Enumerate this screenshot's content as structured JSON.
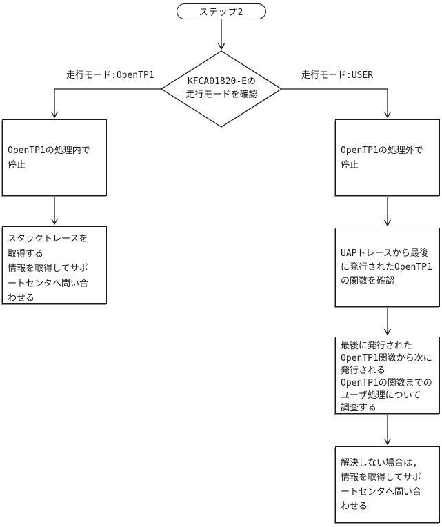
{
  "flow": {
    "start_label": "ステップ2",
    "decision_label": "KFCA01820-Eの\n走行モードを確認",
    "left_branch_label": "走行モード:OpenTP1",
    "right_branch_label": "走行モード:USER",
    "left_steps": [
      {
        "text": "OpenTP1の処理内で\n停止"
      },
      {
        "text": "スタックトレースを\n取得する\n情報を取得してサポ\nートセンタへ問い合\nわせる"
      }
    ],
    "right_steps": [
      {
        "text": "OpenTP1の処理外で\n停止"
      },
      {
        "text": "UAPトレースから最後\nに発行されたOpenTP1\nの関数を確認"
      },
      {
        "text": "最後に発行された\nOpenTP1関数から次に\n発行される\nOpenTP1の関数までの\nユーザ処理について\n調査する"
      },
      {
        "text": "解決しない場合は,\n情報を取得してサポ\nートセンタへ問い合\nわせる"
      }
    ]
  },
  "colors": {
    "line": "#1a1a1a",
    "shadow": "#8f8f8f",
    "background": "#ffffff"
  }
}
